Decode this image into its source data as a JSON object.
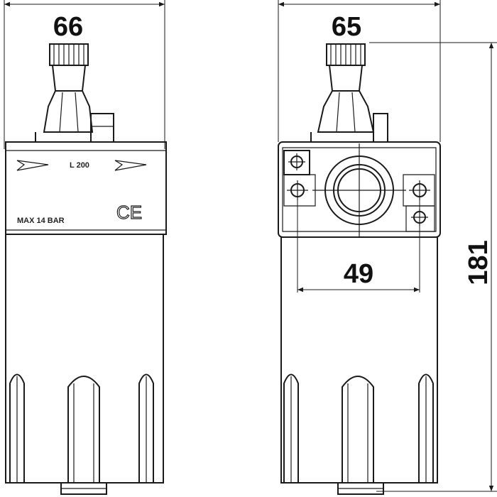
{
  "front_view": {
    "width_dimension": "66",
    "model_label": "L 200",
    "pressure_label": "MAX 14 BAR",
    "ce_mark": "CE"
  },
  "side_view": {
    "width_dimension": "65",
    "height_dimension": "181",
    "mount_spacing_dimension": "49"
  }
}
